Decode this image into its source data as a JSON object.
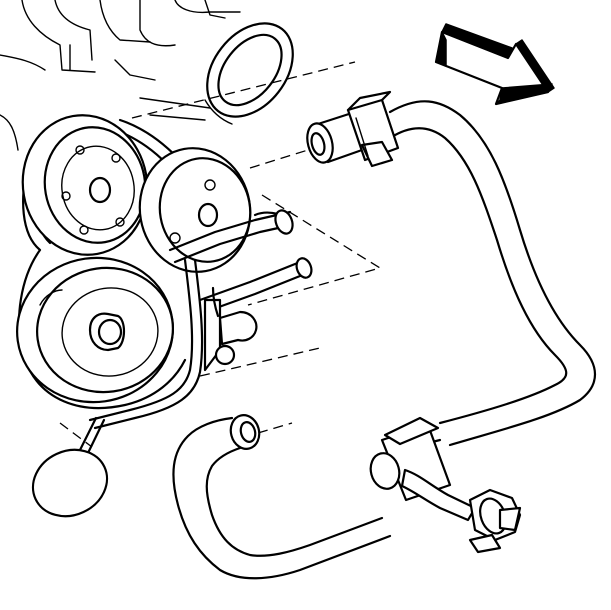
{
  "figure": {
    "kind": "technical-line-illustration",
    "ink_color": "#000000",
    "background_color": "#ffffff",
    "components": [
      {
        "id": "crankshaft-pulley",
        "icon": "pulley-icon"
      },
      {
        "id": "upper-pulley",
        "icon": "pulley-icon"
      },
      {
        "id": "idler-pulley",
        "icon": "pulley-icon"
      },
      {
        "id": "drive-belt",
        "icon": "belt-icon"
      },
      {
        "id": "thermostat-housing-seal",
        "icon": "oval-seal-icon"
      },
      {
        "id": "upper-hose-clamp",
        "icon": "clamp-icon"
      },
      {
        "id": "heater-pipe",
        "icon": "pipe-icon"
      },
      {
        "id": "pipe-bracket-clamp",
        "icon": "clamp-icon"
      },
      {
        "id": "pipe-fitting-nut",
        "icon": "hex-nut-icon"
      },
      {
        "id": "lower-hose",
        "icon": "hose-icon"
      },
      {
        "id": "direction-arrow",
        "icon": "block-arrow-icon"
      }
    ]
  }
}
